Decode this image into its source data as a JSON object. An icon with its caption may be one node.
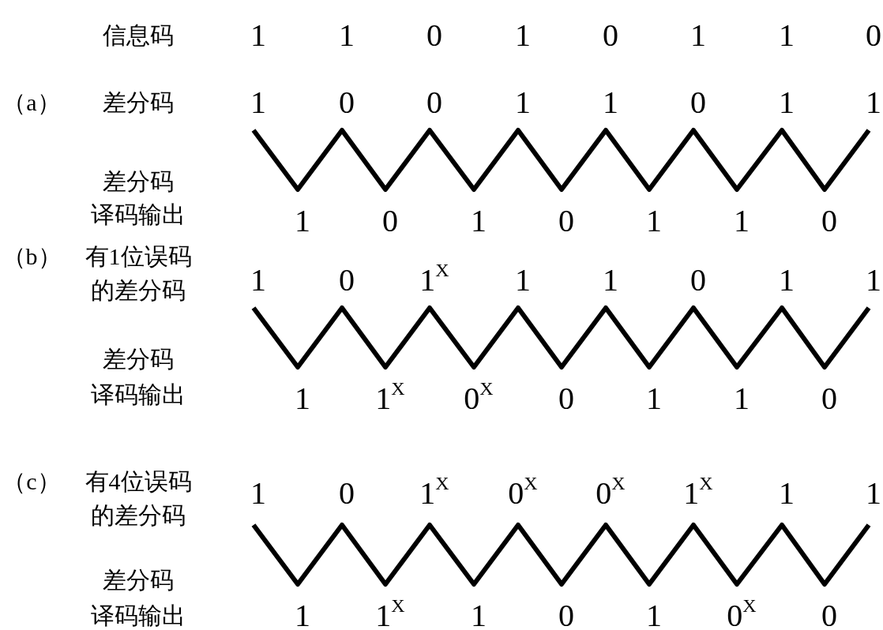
{
  "diagram": {
    "labels": [
      "信息码",
      "1",
      "1",
      "0",
      "1",
      "0",
      "1",
      "1",
      "0",
      "（a）",
      "差分码",
      "1",
      "0",
      "0",
      "1",
      "1",
      "0",
      "1",
      "1",
      "差分码",
      "译码输出",
      "1",
      "0",
      "1",
      "0",
      "1",
      "1",
      "0",
      "（b）",
      "有1位误码",
      "1",
      "0",
      "1$^{X}$",
      "1",
      "1",
      "0",
      "1",
      "1",
      "的差分码",
      "差分码",
      "译码输出",
      "1",
      "1$^{X}$",
      "0$^{X}$",
      "0",
      "1",
      "1",
      "0",
      "（c）",
      "有4位误码",
      "1",
      "0",
      "1$^{X}$",
      "0$^{X}$",
      "0$^{X}$",
      "1$^{X}$",
      "1",
      "1",
      "的差分码",
      "差分码",
      "译码输出",
      "1",
      "1$^{X}$",
      "1",
      "0",
      "1",
      "0$^{X}$",
      "0"
    ]
  }
}
